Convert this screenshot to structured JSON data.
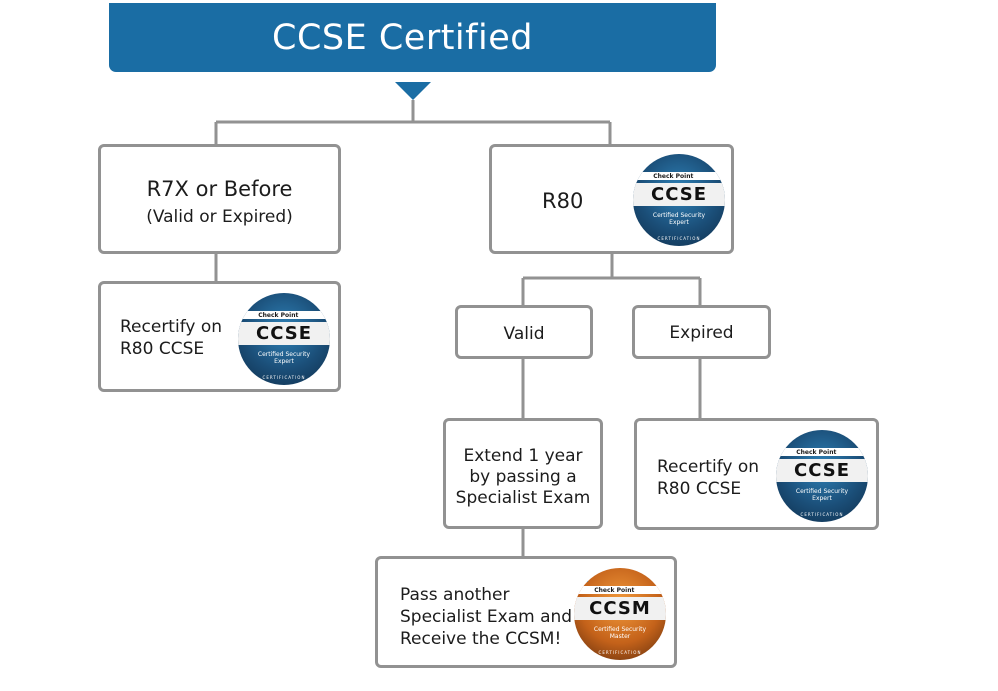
{
  "header": {
    "title": "CCSE Certified"
  },
  "nodes": {
    "r7x": {
      "title": "R7X or Before",
      "note": "(Valid or Expired)"
    },
    "r80": {
      "title": "R80"
    },
    "recertify_left": {
      "line1": "Recertify on",
      "line2": "R80 CCSE"
    },
    "valid": {
      "label": "Valid"
    },
    "expired": {
      "label": "Expired"
    },
    "extend": {
      "line1": "Extend 1 year",
      "line2": "by passing a",
      "line3": "Specialist Exam"
    },
    "recertify_right": {
      "line1": "Recertify on",
      "line2": "R80 CCSE"
    },
    "ccsm": {
      "line1": "Pass another",
      "line2": "Specialist Exam and",
      "line3": "Receive the CCSM!"
    }
  },
  "badges": {
    "ccse": {
      "brand": "Check Point",
      "acronym": "CCSE",
      "sub1": "Certified Security",
      "sub2": "Expert",
      "ring": "CERTIFICATION",
      "color": "#1a5a8a"
    },
    "ccsm": {
      "brand": "Check Point",
      "acronym": "CCSM",
      "sub1": "Certified Security",
      "sub2": "Master",
      "ring": "CERTIFICATION",
      "color": "#d97a26"
    }
  },
  "colors": {
    "header": "#1a6da4",
    "border": "#929292"
  }
}
